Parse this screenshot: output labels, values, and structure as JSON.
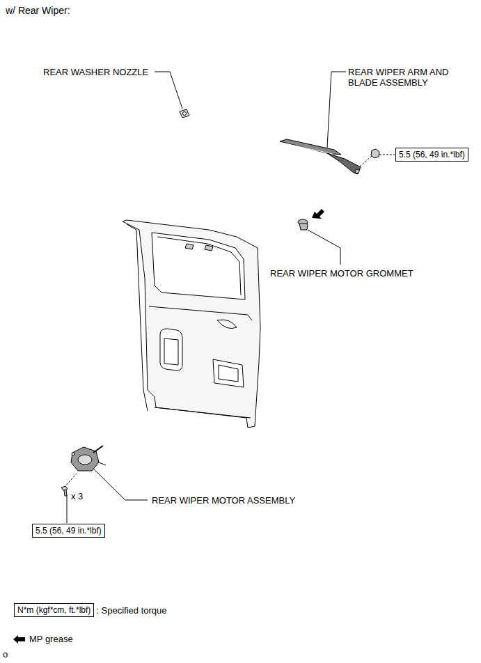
{
  "diagram": {
    "title": "w/ Rear Wiper:",
    "nodes": [
      {
        "text": [
          "5.5 (56, 49 in.*lbf)"
        ]
      },
      {
        "text": [
          "5.5 (56, 49 in.*lbf)"
        ]
      },
      {
        "text": [
          "N*m (kgf*cm, ft.*lbf)"
        ]
      }
    ],
    "labels": [
      "REAR WASHER NOZZLE",
      "REAR WIPER ARM AND BLADE ASSEMBLY",
      "REAR WIPER MOTOR GROMMET",
      "x 3",
      "REAR WIPER MOTOR ASSEMBLY",
      ": Specified torque",
      "o"
    ],
    "legend": [
      {
        "text": "MP grease"
      }
    ]
  }
}
